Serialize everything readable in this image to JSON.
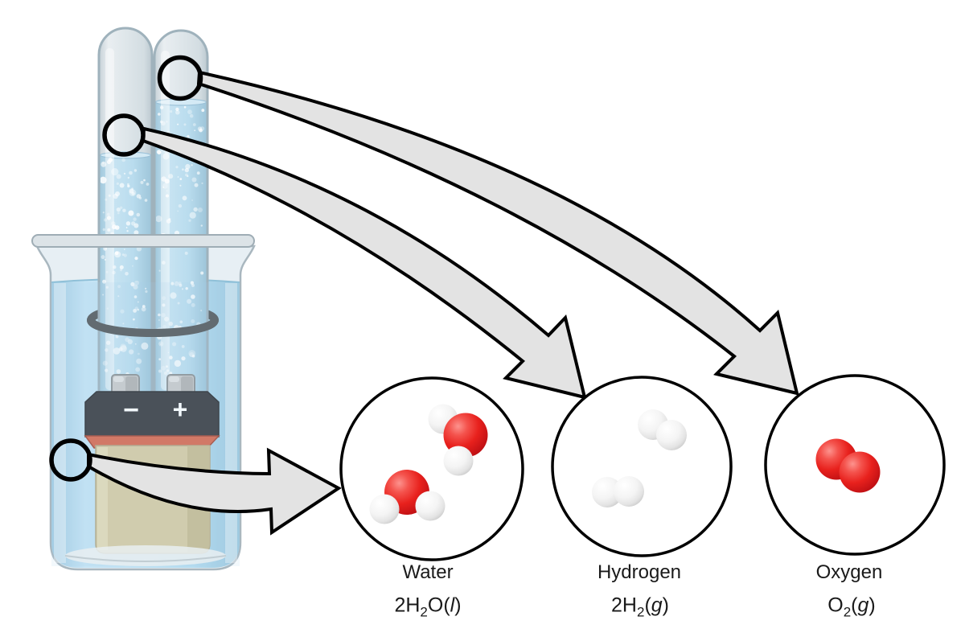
{
  "figure": {
    "battery": {
      "negative_label": "−",
      "positive_label": "+"
    }
  },
  "callouts": [
    {
      "id": "water",
      "name": "Water",
      "formula": {
        "pre": "2H",
        "sub": "2",
        "post": "O(",
        "state": "l",
        "close": ")"
      },
      "molecule": "H2O",
      "molecule_count": 2,
      "source": "electrolyte solution in beaker"
    },
    {
      "id": "hydrogen",
      "name": "Hydrogen",
      "formula": {
        "pre": "2H",
        "sub": "2",
        "post": "(",
        "state": "g",
        "close": ")"
      },
      "molecule": "H2",
      "molecule_count": 2,
      "source": "gas space of left test tube (− electrode)"
    },
    {
      "id": "oxygen",
      "name": "Oxygen",
      "formula": {
        "pre": "O",
        "sub": "2",
        "post": "(",
        "state": "g",
        "close": ")"
      },
      "molecule": "O2",
      "molecule_count": 1,
      "source": "gas space of right test tube (+ electrode)"
    }
  ],
  "colors": {
    "beaker_water": "#b7dcef",
    "tube_liquid": "#bcdcec",
    "tube_gas": "#e3e9ec",
    "separator_rod": "#b5c13c",
    "ring_clamp": "#565a5c",
    "battery_top": "#3a3b40",
    "battery_stripe": "#d96a50",
    "battery_body": "#d8cca4",
    "arrow_fill": "#e3e3e3",
    "arrow_outline": "#000000",
    "callout_outline": "#000000",
    "oxygen_atom": "#e8211d",
    "hydrogen_atom": "#f5f5f5",
    "label_text": "#1a1a1a"
  }
}
